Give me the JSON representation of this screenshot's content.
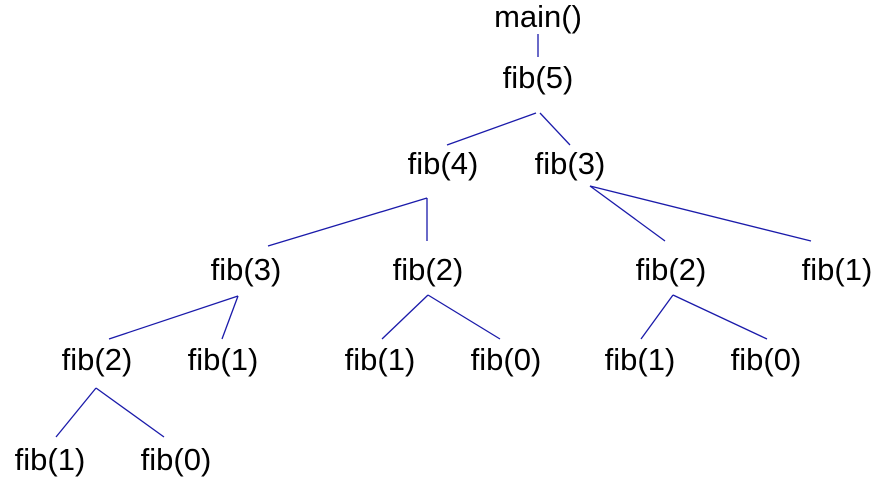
{
  "colors": {
    "edge": "#1a1aaa",
    "text": "#000000",
    "background": "#ffffff"
  },
  "nodes": [
    {
      "id": "n0",
      "label": "main()"
    },
    {
      "id": "n1",
      "label": "fib(5)"
    },
    {
      "id": "n2",
      "label": "fib(4)"
    },
    {
      "id": "n3",
      "label": "fib(3)"
    },
    {
      "id": "n4",
      "label": "fib(3)"
    },
    {
      "id": "n5",
      "label": "fib(2)"
    },
    {
      "id": "n6",
      "label": "fib(2)"
    },
    {
      "id": "n7",
      "label": "fib(1)"
    },
    {
      "id": "n8",
      "label": "fib(2)"
    },
    {
      "id": "n9",
      "label": "fib(1)"
    },
    {
      "id": "n10",
      "label": "fib(1)"
    },
    {
      "id": "n11",
      "label": "fib(0)"
    },
    {
      "id": "n12",
      "label": "fib(1)"
    },
    {
      "id": "n13",
      "label": "fib(0)"
    },
    {
      "id": "n14",
      "label": "fib(1)"
    },
    {
      "id": "n15",
      "label": "fib(0)"
    }
  ],
  "edges": [
    {
      "from": "n0",
      "to": "n1"
    },
    {
      "from": "n1",
      "to": "n2"
    },
    {
      "from": "n1",
      "to": "n3"
    },
    {
      "from": "n2",
      "to": "n4"
    },
    {
      "from": "n2",
      "to": "n5"
    },
    {
      "from": "n3",
      "to": "n6"
    },
    {
      "from": "n3",
      "to": "n7"
    },
    {
      "from": "n4",
      "to": "n8"
    },
    {
      "from": "n4",
      "to": "n9"
    },
    {
      "from": "n5",
      "to": "n10"
    },
    {
      "from": "n5",
      "to": "n11"
    },
    {
      "from": "n6",
      "to": "n12"
    },
    {
      "from": "n6",
      "to": "n13"
    },
    {
      "from": "n8",
      "to": "n14"
    },
    {
      "from": "n8",
      "to": "n15"
    }
  ]
}
